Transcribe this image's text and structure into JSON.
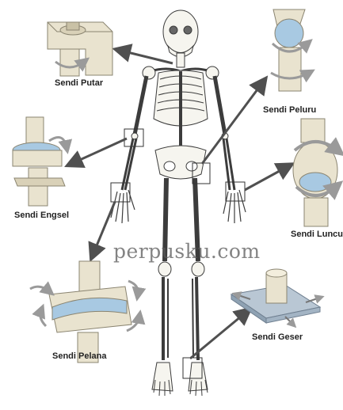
{
  "labels": {
    "pivot": "Sendi Putar",
    "ball": "Sendi Peluru",
    "hinge": "Sendi Engsel",
    "glide_knee": "Sendi Luncu",
    "saddle": "Sendi Pelana",
    "gliding": "Sendi Geser"
  },
  "watermark": "perpusku.com",
  "colors": {
    "bone": "#f6f5ef",
    "bone_outline": "#3c3c3c",
    "joint_model": "#e9e3cf",
    "joint_shadow": "#c9c1a6",
    "cartilage_blue": "#a8c9e2",
    "arrow": "#505050",
    "rotation_arrow": "#9a9a9a"
  },
  "icons": [
    "pivot-joint-model",
    "ball-joint-model",
    "hinge-joint-model",
    "glide-joint-model",
    "saddle-joint-model",
    "gliding-joint-model",
    "skeleton-figure"
  ]
}
